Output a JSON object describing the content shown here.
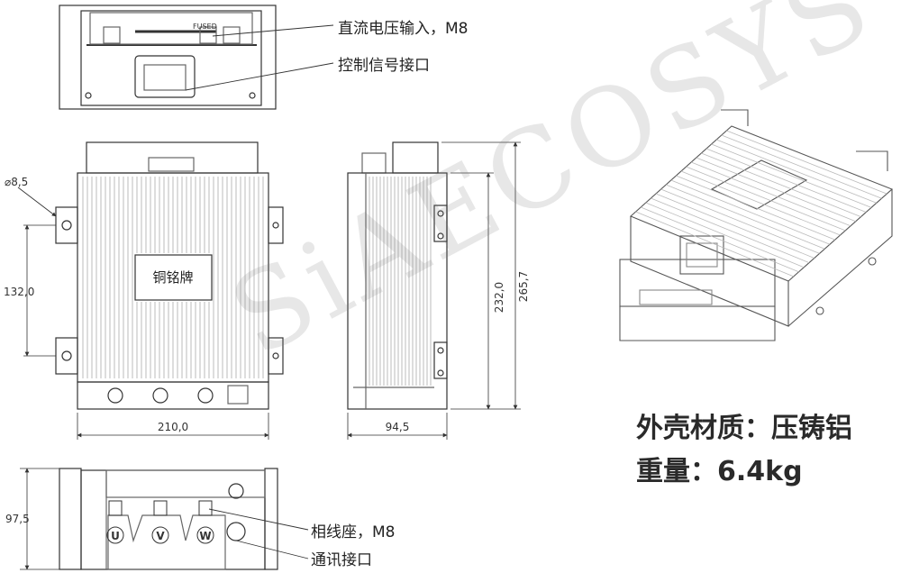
{
  "callouts": {
    "dc_input": "直流电压输入，M8",
    "control_port": "控制信号接口",
    "phase_terminal": "相线座，M8",
    "comm_port": "通讯接口"
  },
  "nameplate": "铜铭牌",
  "fuse_label": "FUSED",
  "phase_letters": [
    "U",
    "V",
    "W"
  ],
  "dimensions": {
    "hole": "⌀8,5",
    "mount_pitch": "132,0",
    "width": "210,0",
    "side_depth": "94,5",
    "height_inner": "232,0",
    "height_outer": "265,7",
    "front_height": "97,5"
  },
  "specs": {
    "material": "外壳材质：压铸铝",
    "weight": "重量：6.4kg"
  },
  "watermark": "SiAECOSYS",
  "colors": {
    "line": "#333333",
    "thin": "#666666",
    "fin": "#bbbbbb"
  }
}
